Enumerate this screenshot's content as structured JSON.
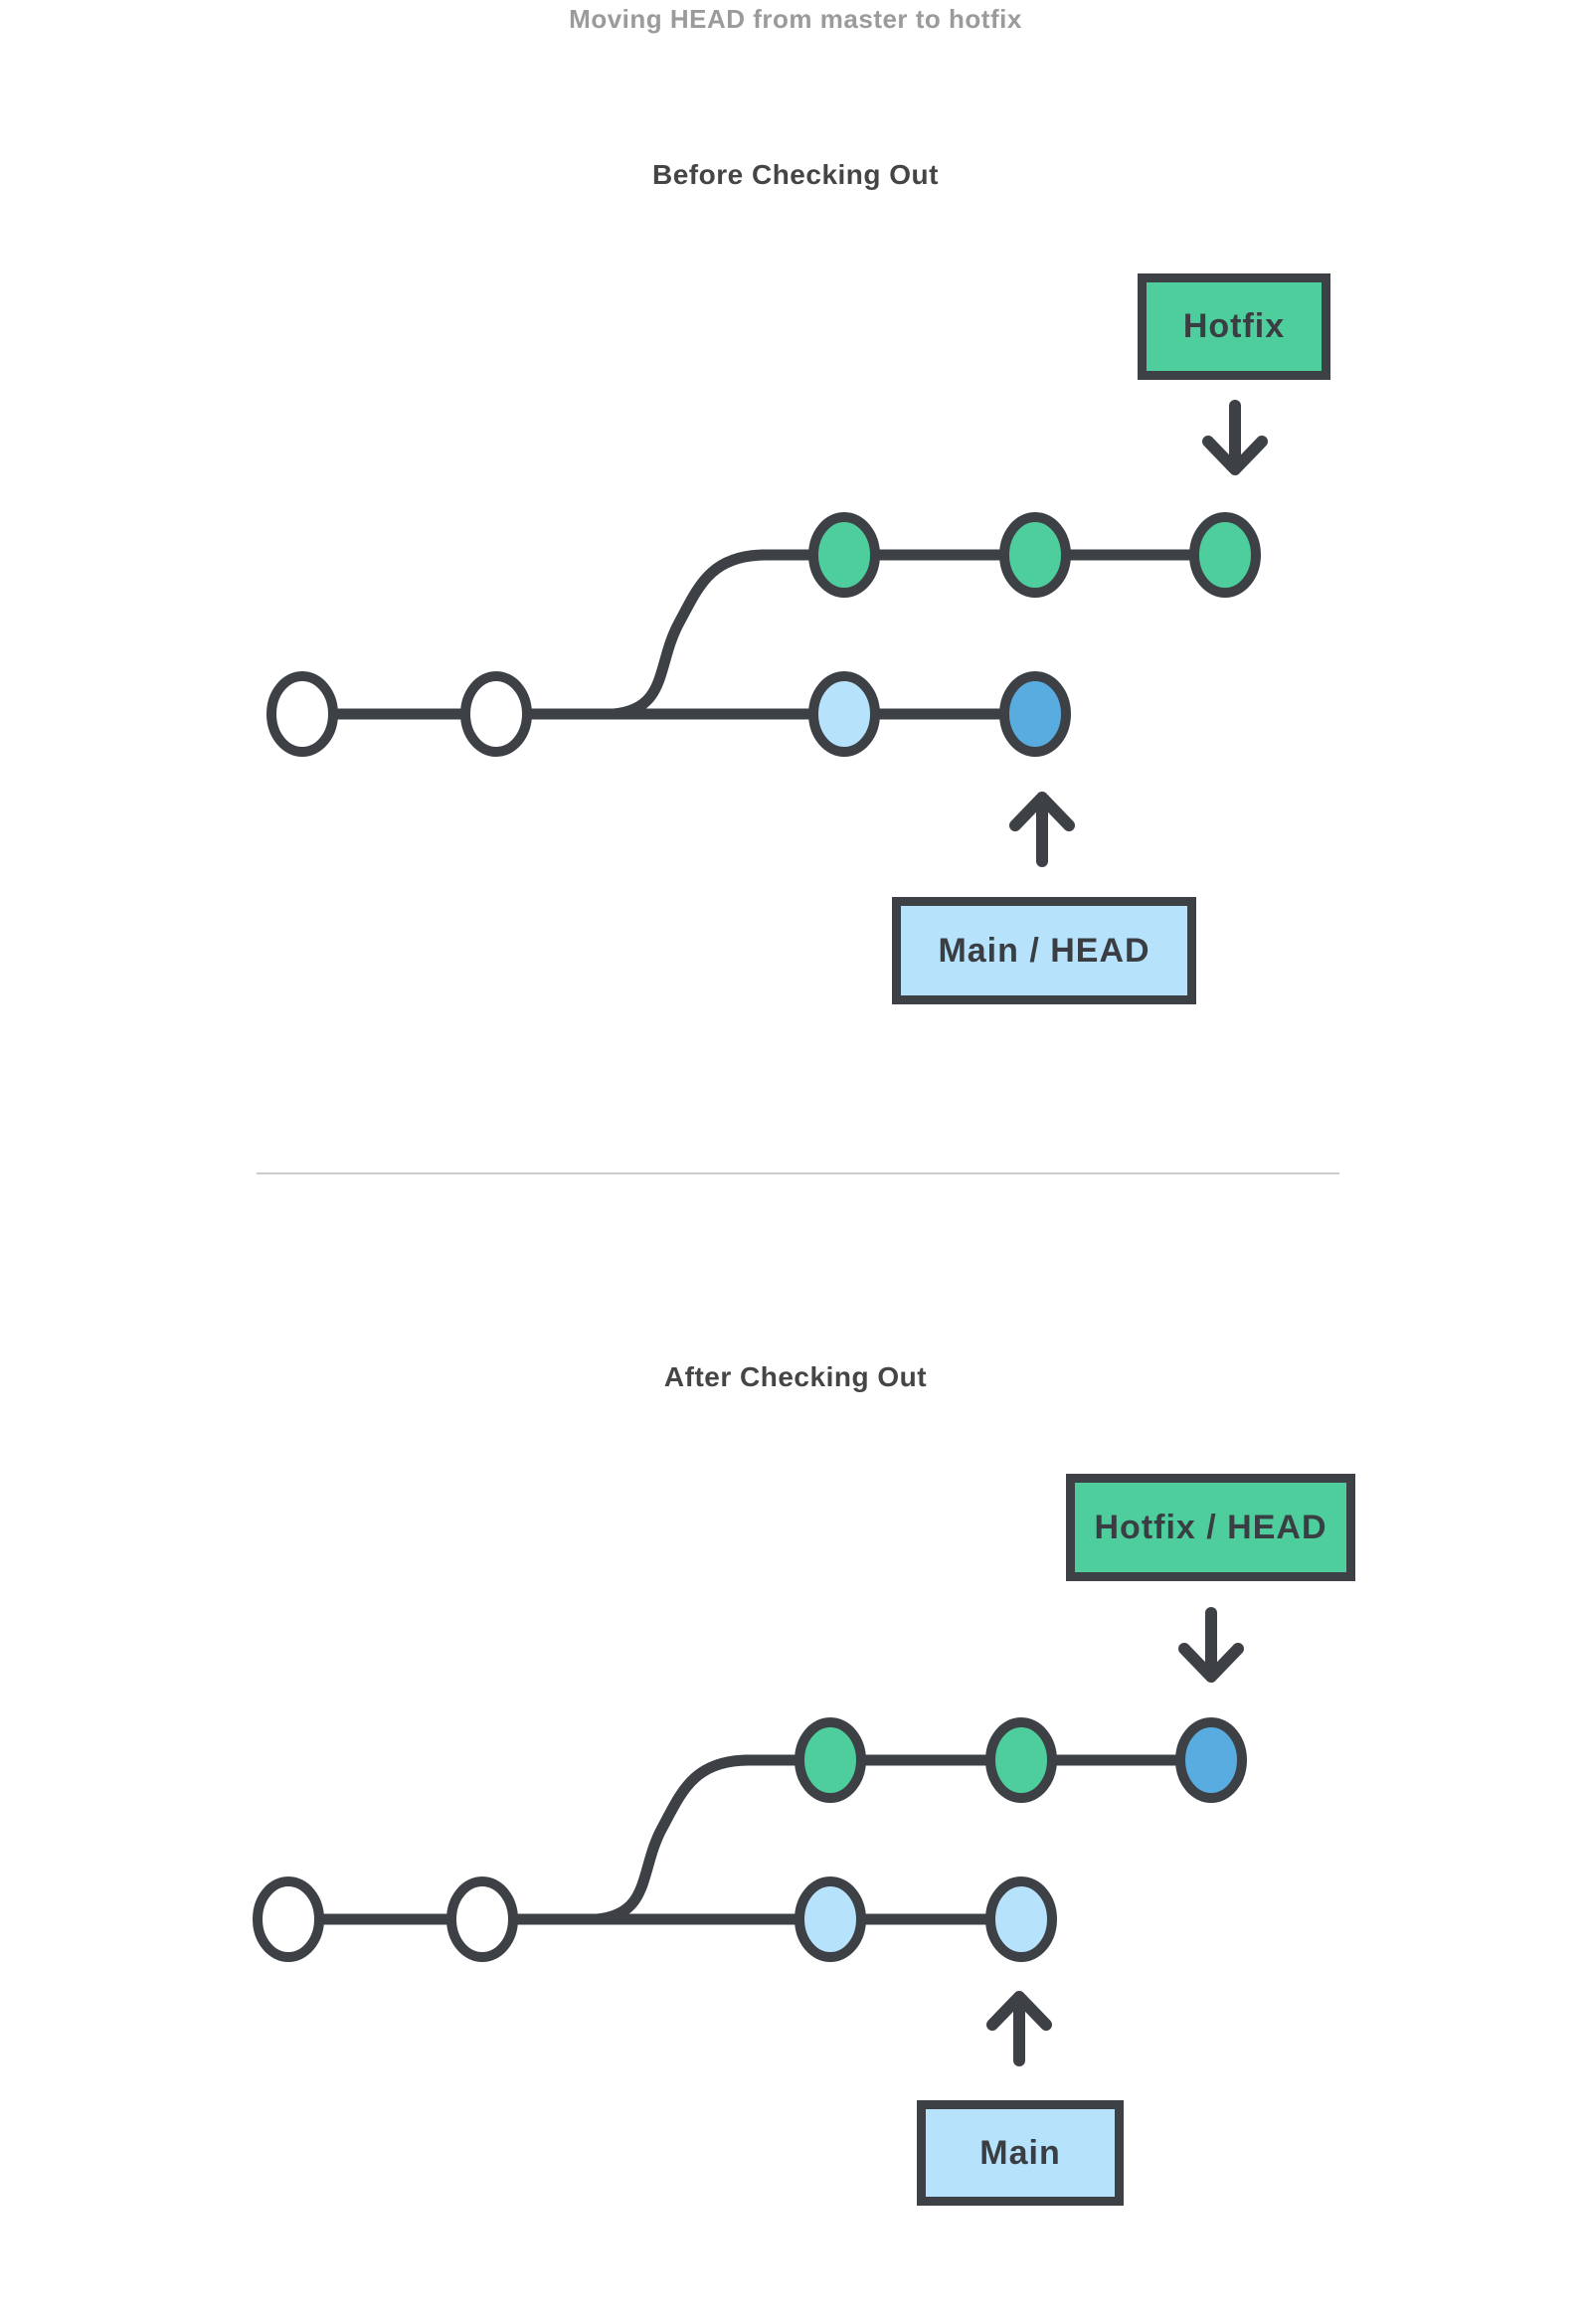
{
  "title": "Moving HEAD from master to hotfix",
  "colors": {
    "green": "#4ece9d",
    "light_blue": "#b6e2fb",
    "blue": "#59acdf",
    "white": "#ffffff",
    "outline": "#3d4045",
    "title_gray": "#9b9b9b",
    "heading_gray": "#454545",
    "divider_gray": "#cccccc"
  },
  "sections": {
    "before": {
      "heading": "Before Checking Out",
      "branch_box": "Hotfix",
      "head_box": "Main / HEAD",
      "hotfix_commits": [
        "green",
        "green",
        "green"
      ],
      "main_commits": [
        "white",
        "white",
        "light_blue",
        "blue"
      ],
      "branch_arrow": "points down to last hotfix commit",
      "head_arrow": "points up from Main / HEAD box to last main commit"
    },
    "after": {
      "heading": "After Checking Out",
      "branch_box": "Hotfix / HEAD",
      "head_box": "Main",
      "hotfix_commits": [
        "green",
        "green",
        "blue"
      ],
      "main_commits": [
        "white",
        "white",
        "light_blue",
        "light_blue"
      ],
      "branch_arrow": "points down to last hotfix commit",
      "head_arrow": "points up from Main box to last main commit"
    }
  }
}
